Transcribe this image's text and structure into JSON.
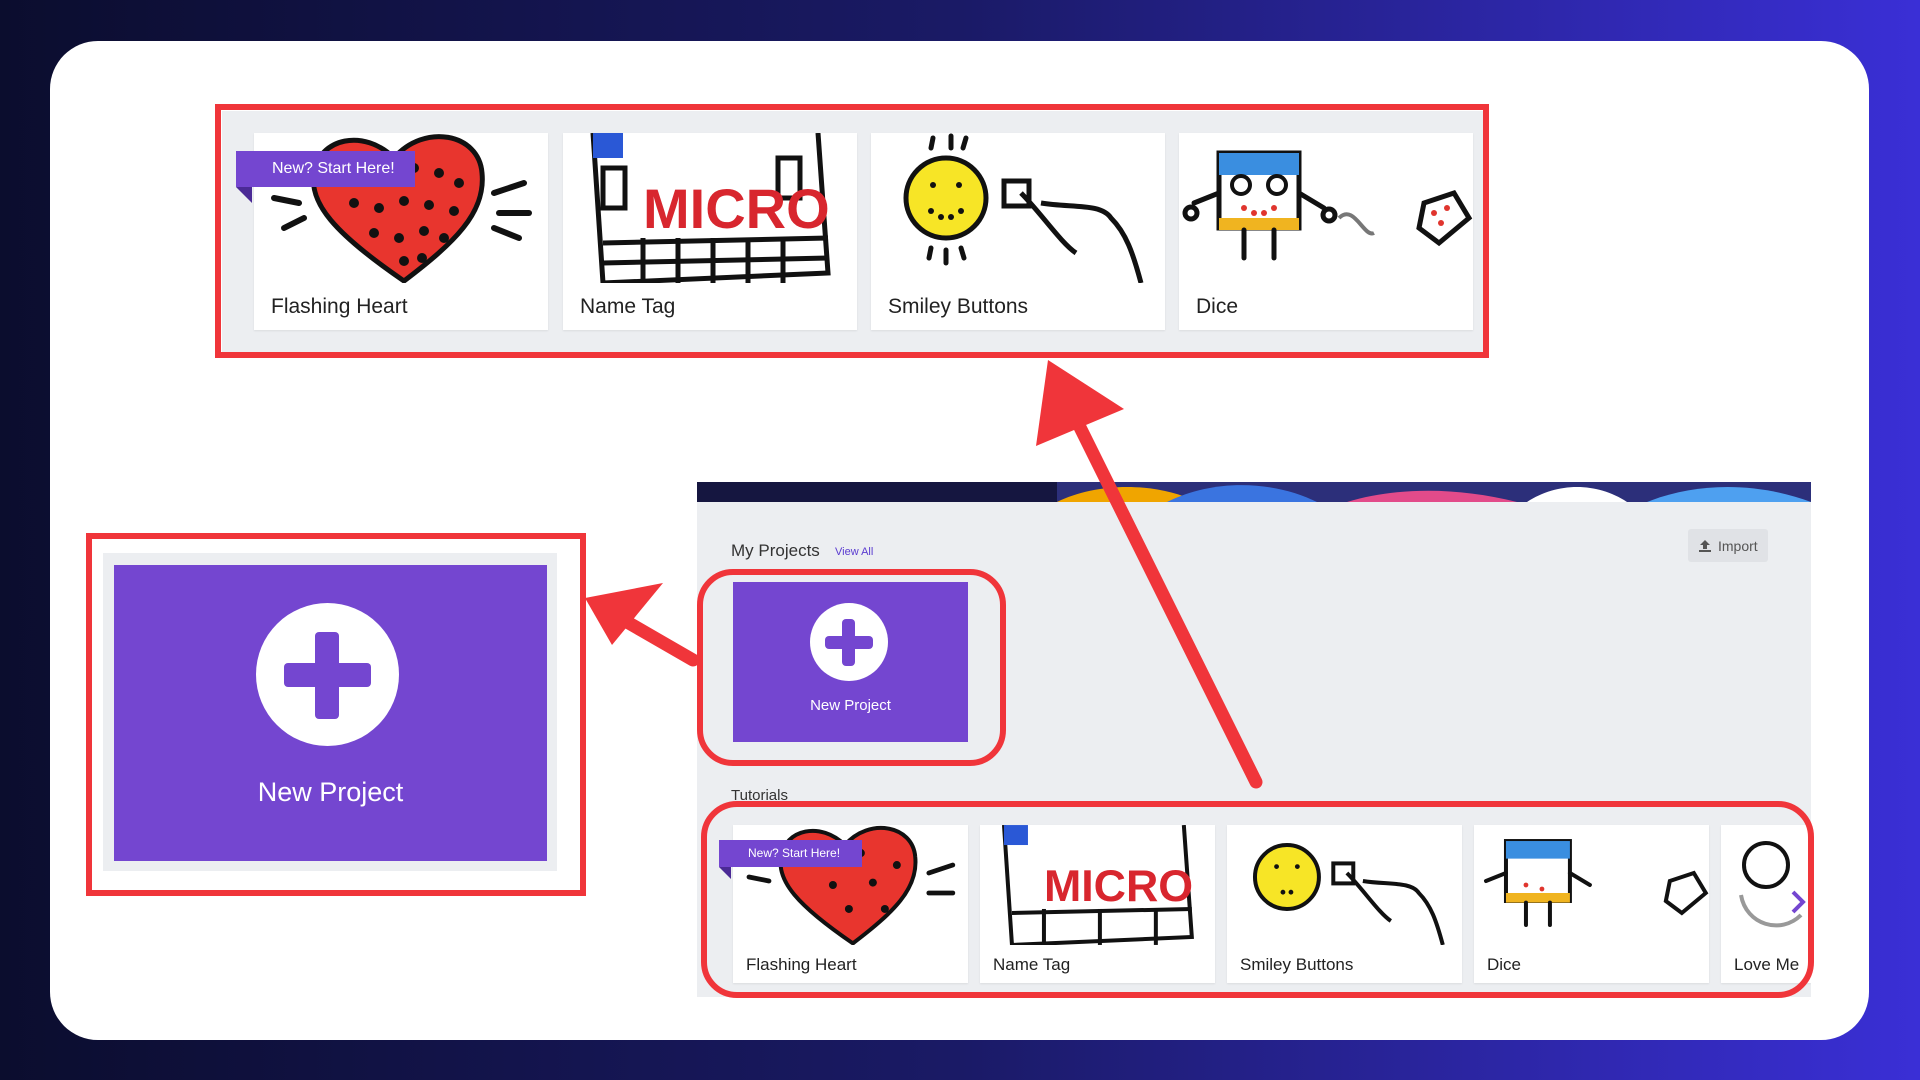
{
  "top_tutorials": {
    "badge": "New? Start Here!",
    "cards": [
      {
        "label": "Flashing Heart"
      },
      {
        "label": "Name Tag"
      },
      {
        "label": "Smiley Buttons"
      },
      {
        "label": "Dice"
      }
    ]
  },
  "zoom_new_project": {
    "label": "New Project"
  },
  "projects_page": {
    "my_projects_title": "My Projects",
    "view_all": "View All",
    "import_label": "Import",
    "new_project_label": "New Project",
    "tutorials_title": "Tutorials",
    "badge": "New? Start Here!",
    "cards": [
      {
        "label": "Flashing Heart"
      },
      {
        "label": "Name Tag"
      },
      {
        "label": "Smiley Buttons"
      },
      {
        "label": "Dice"
      },
      {
        "label": "Love Me"
      }
    ]
  },
  "colors": {
    "accent": "#7446d0",
    "highlight": "#f0353a"
  },
  "icons": [
    "plus-icon",
    "upload-icon",
    "chevron-right-icon",
    "heart-icon",
    "microbit-icon",
    "smiley-icon",
    "dice-icon"
  ]
}
